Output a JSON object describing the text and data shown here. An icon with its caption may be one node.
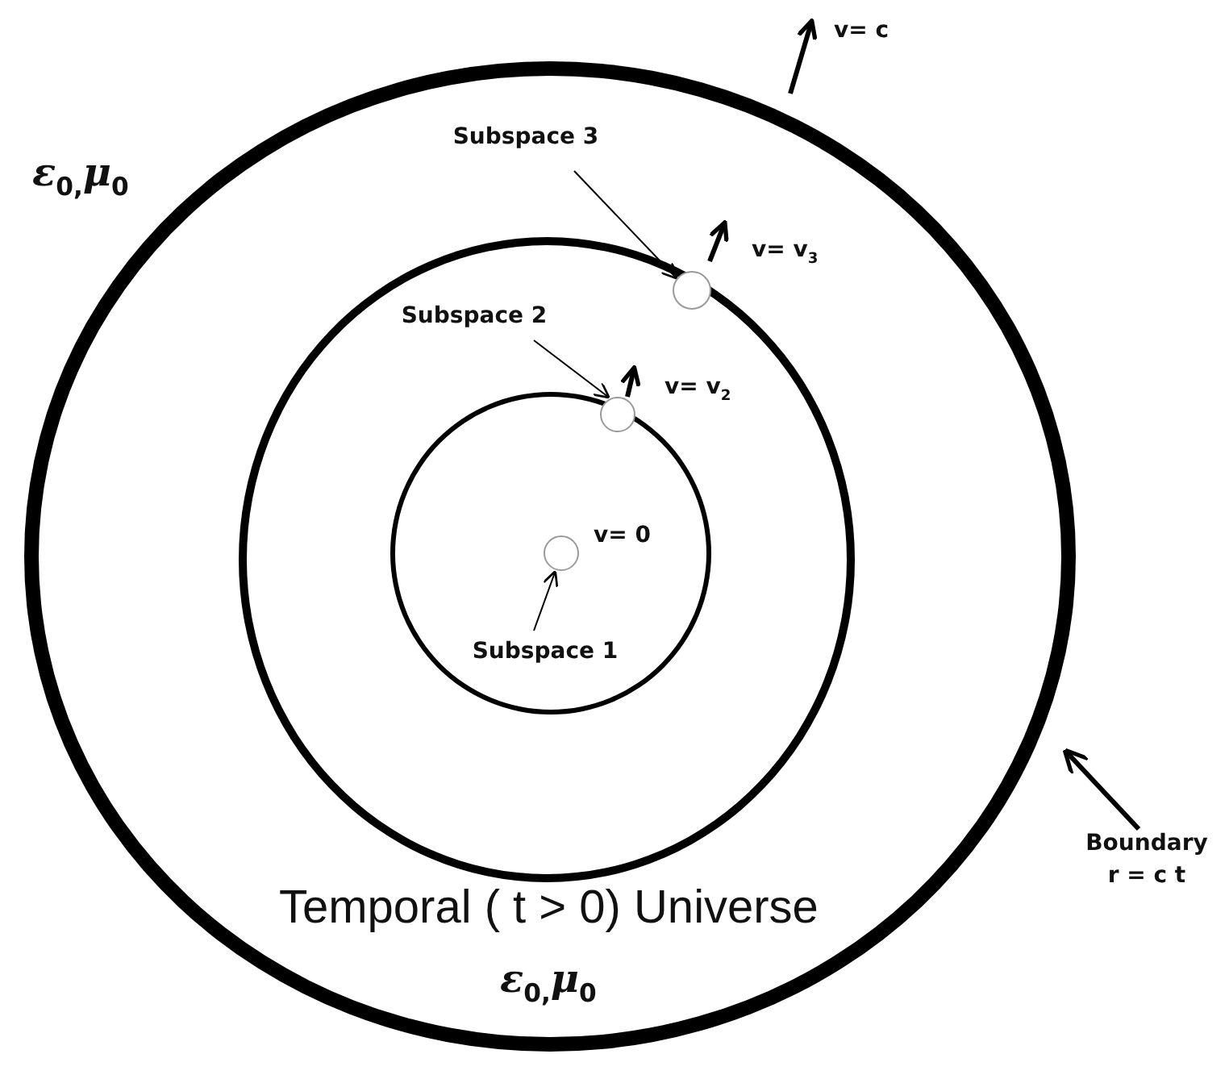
{
  "diagram": {
    "nodes": [
      {
        "text": [
          "Temporal ( t > 0) Universe"
        ]
      },
      {
        "text": [
          "Subspace 3"
        ],
        "in": 0
      },
      {
        "text": [],
        "shape": "circle",
        "in": 3,
        "beside": [
          "v= v$_{3}$"
        ]
      },
      {
        "text": [],
        "shape": "circle",
        "in": 0
      },
      {
        "text": [
          "Subspace 2"
        ],
        "in": 3
      },
      {
        "text": [],
        "shape": "circle",
        "in": 6,
        "beside": [
          "v= v$_{2}$"
        ]
      },
      {
        "text": [],
        "shape": "circle",
        "in": 3
      },
      {
        "text": [],
        "shape": "circle",
        "in": 6,
        "beside": [
          "v= 0"
        ]
      },
      {
        "text": [
          "Subspace 1"
        ],
        "in": 6
      },
      {
        "text": [
          "Boundary r = c t"
        ]
      }
    ],
    "edges": [
      {
        "from": 1,
        "to": 2,
        "arrow": "to"
      },
      {
        "from": 4,
        "to": 5,
        "arrow": "to"
      },
      {
        "from": 8,
        "to": 7,
        "arrow": "to"
      },
      {
        "from": 9,
        "to": 0,
        "arrow": "to",
        "style": "thick"
      }
    ],
    "labels": [
      "v= c",
      "ε$_{0,}$μ$_{0}$",
      "ε$_{0,}$μ$_{0}$"
    ]
  }
}
